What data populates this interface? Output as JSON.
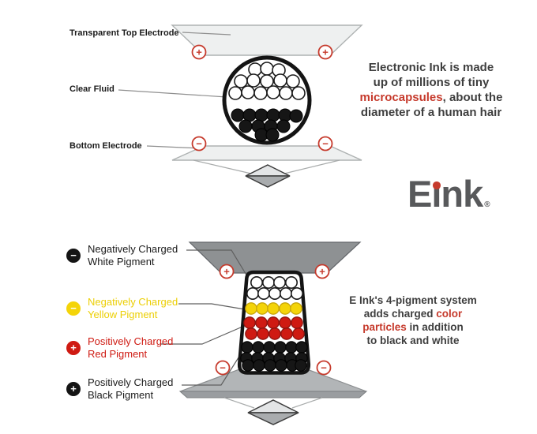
{
  "colors": {
    "red": "#c63a2c",
    "red_pigment": "#cf1a12",
    "yellow": "#f4d409",
    "yellow_text": "#eccf05",
    "logo_gray": "#58595b",
    "dark": "#3e3e3e"
  },
  "symbols": {
    "plus": "+",
    "minus": "−"
  },
  "top_diagram": {
    "labels": {
      "top_electrode": "Transparent Top Electrode",
      "clear_fluid": "Clear Fluid",
      "bottom_electrode": "Bottom Electrode"
    },
    "caption": {
      "line1": "Electronic Ink is made",
      "line2": "up of millions of tiny",
      "line3_highlight": "microcapsules",
      "line3_rest": ", about the",
      "line4": "diameter of a human hair"
    }
  },
  "logo": {
    "e": "E",
    "ink_dotless": "ınk",
    "registered": "®"
  },
  "bottom_diagram": {
    "legend": [
      {
        "symbol": "−",
        "line1": "Negatively Charged",
        "line2": "White Pigment"
      },
      {
        "symbol": "−",
        "line1": "Negatively Charged",
        "line2": "Yellow Pigment"
      },
      {
        "symbol": "+",
        "line1": "Positively Charged",
        "line2": "Red Pigment"
      },
      {
        "symbol": "+",
        "line1": "Positively Charged",
        "line2": "Black Pigment"
      }
    ],
    "caption": {
      "line1_prefix": "E Ink's ",
      "line1_bold": "4-pigment",
      "line1_suffix": " system",
      "line2_prefix": "adds charged ",
      "line2_highlight": "color",
      "line3_highlight": "particles",
      "line3_suffix": " in addition",
      "line4": "to black and white"
    }
  }
}
